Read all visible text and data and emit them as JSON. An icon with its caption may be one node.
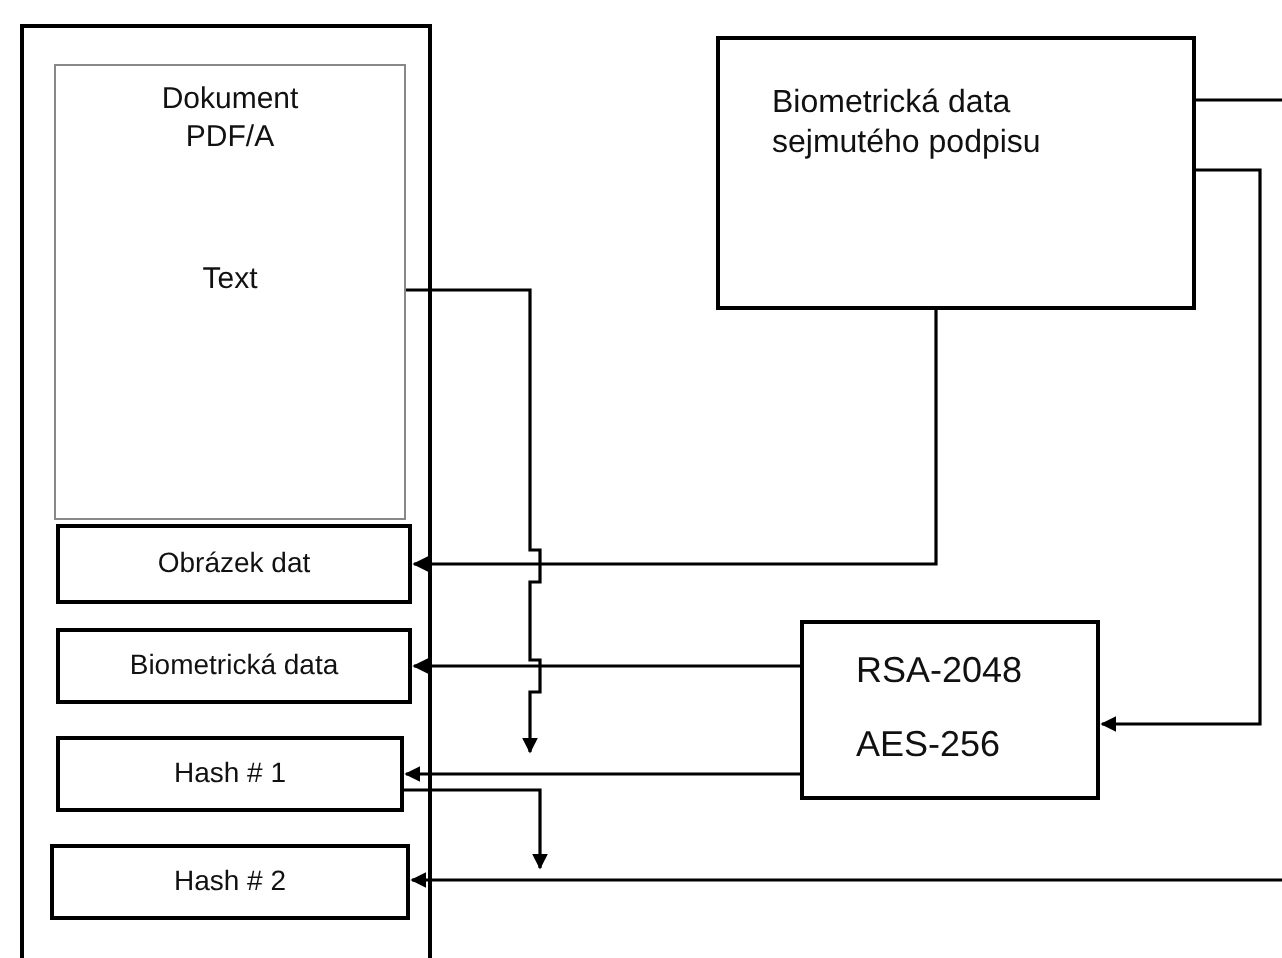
{
  "diagram": {
    "nodes": [
      {
        "text": [],
        "shape": "box"
      },
      {
        "text": [
          "Dokument PDF/A",
          "Text"
        ],
        "in": 0
      },
      {
        "text": [
          "Obrázek dat"
        ],
        "in": 0
      },
      {
        "text": [
          "Biometrická data"
        ],
        "in": 0
      },
      {
        "text": [
          "Hash # 1"
        ],
        "in": 0
      },
      {
        "text": [
          "Hash # 2"
        ],
        "in": 0
      },
      {
        "text": [
          "Biometrická data sejmutého podpisu"
        ]
      },
      {
        "text": [
          "RSA-2048",
          "AES-256"
        ]
      }
    ],
    "edges": [
      {
        "from": 1,
        "to": 4,
        "arrow": "to"
      },
      {
        "from": 6,
        "to": 2,
        "arrow": "to"
      },
      {
        "from": 7,
        "to": 3,
        "arrow": "to"
      },
      {
        "from": 7,
        "to": 4,
        "arrow": "to"
      },
      {
        "from": 6,
        "to": 7,
        "arrow": "to"
      },
      {
        "from": 6,
        "to": null,
        "arrow": "none"
      },
      {
        "from": null,
        "to": 5,
        "arrow": "to"
      },
      {
        "from": 4,
        "to": 5,
        "arrow": "to"
      }
    ]
  }
}
